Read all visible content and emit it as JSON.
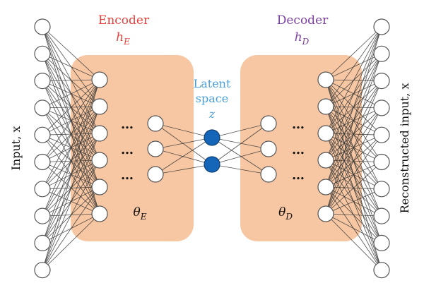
{
  "encoder": {
    "title": "Encoder",
    "symbol": "h",
    "symbol_sub": "E",
    "param": "θ",
    "param_sub": "E",
    "color": "#e8413c"
  },
  "decoder": {
    "title": "Decoder",
    "symbol": "h",
    "symbol_sub": "D",
    "param": "θ",
    "param_sub": "D",
    "color": "#7b3fa0"
  },
  "latent": {
    "line1": "Latent",
    "line2": "space",
    "symbol": "z",
    "color": "#4a9fd8",
    "node_color": "#1565b8"
  },
  "input_label": "Input, x",
  "output_label": "Reconstructed input, x",
  "ellipsis": "…",
  "colors": {
    "box": "#f7c7a3",
    "edge": "#333333",
    "node_stroke": "#555555"
  }
}
